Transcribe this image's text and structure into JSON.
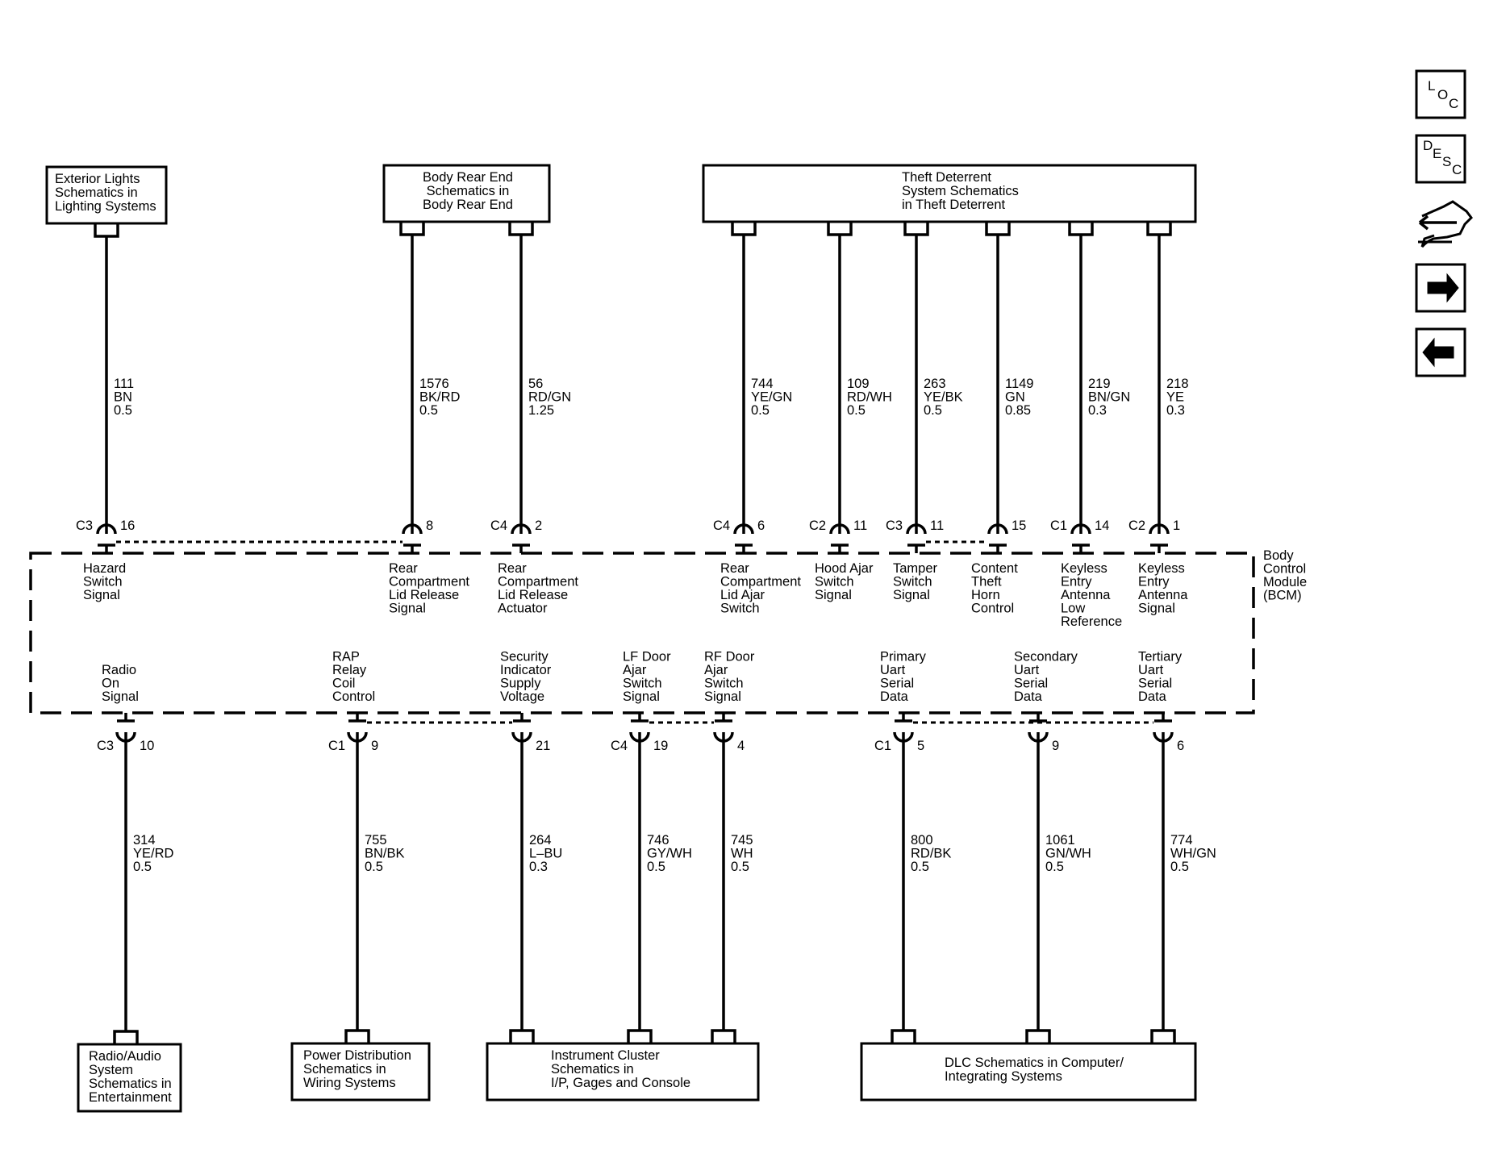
{
  "modules": {
    "bcm": [
      "Body",
      "Control",
      "Module",
      "(BCM)"
    ]
  },
  "top_boxes": [
    {
      "id": "exterior-lights",
      "lines": [
        "Exterior Lights",
        "Schematics in",
        "Lighting Systems"
      ]
    },
    {
      "id": "body-rear-end",
      "lines": [
        "Body Rear End",
        "Schematics in",
        "Body Rear End"
      ]
    },
    {
      "id": "theft-deterrent",
      "lines": [
        "Theft Deterrent",
        "System Schematics",
        "in Theft Deterrent"
      ]
    }
  ],
  "bottom_boxes": [
    {
      "id": "radio-audio",
      "lines": [
        "Radio/Audio",
        "System",
        "Schematics in",
        "Entertainment"
      ]
    },
    {
      "id": "power-distribution",
      "lines": [
        "Power Distribution",
        "Schematics in",
        "Wiring Systems"
      ]
    },
    {
      "id": "instrument-cluster",
      "lines": [
        "Instrument Cluster",
        "Schematics in",
        "I/P, Gages and Console"
      ]
    },
    {
      "id": "dlc",
      "lines": [
        "DLC Schematics in Computer/",
        "Integrating Systems"
      ]
    }
  ],
  "top_circuits": [
    {
      "id": "hazard",
      "connector": "C3",
      "pin": "16",
      "wire": [
        "111",
        "BN",
        "0.5"
      ],
      "signal": [
        "Hazard",
        "Switch",
        "Signal"
      ]
    },
    {
      "id": "rear-lid-release-signal",
      "connector": "",
      "pin": "8",
      "wire": [
        "1576",
        "BK/RD",
        "0.5"
      ],
      "signal": [
        "Rear",
        "Compartment",
        "Lid Release",
        "Signal"
      ]
    },
    {
      "id": "rear-lid-release-actuator",
      "connector": "C4",
      "pin": "2",
      "wire": [
        "56",
        "RD/GN",
        "1.25"
      ],
      "signal": [
        "Rear",
        "Compartment",
        "Lid Release",
        "Actuator"
      ]
    },
    {
      "id": "rear-lid-ajar",
      "connector": "C4",
      "pin": "6",
      "wire": [
        "744",
        "YE/GN",
        "0.5"
      ],
      "signal": [
        "Rear",
        "Compartment",
        "Lid Ajar",
        "Switch"
      ]
    },
    {
      "id": "hood-ajar",
      "connector": "C2",
      "pin": "11",
      "wire": [
        "109",
        "RD/WH",
        "0.5"
      ],
      "signal": [
        "Hood Ajar",
        "Switch",
        "Signal"
      ]
    },
    {
      "id": "tamper",
      "connector": "C3",
      "pin": "11",
      "wire": [
        "263",
        "YE/BK",
        "0.5"
      ],
      "signal": [
        "Tamper",
        "Switch",
        "Signal"
      ]
    },
    {
      "id": "content-theft-horn",
      "connector": "",
      "pin": "15",
      "wire": [
        "1149",
        "GN",
        "0.85"
      ],
      "signal": [
        "Content",
        "Theft",
        "Horn",
        "Control"
      ]
    },
    {
      "id": "keyless-low-ref",
      "connector": "C1",
      "pin": "14",
      "wire": [
        "219",
        "BN/GN",
        "0.3"
      ],
      "signal": [
        "Keyless",
        "Entry",
        "Antenna",
        "Low",
        "Reference"
      ]
    },
    {
      "id": "keyless-signal",
      "connector": "C2",
      "pin": "1",
      "wire": [
        "218",
        "YE",
        "0.3"
      ],
      "signal": [
        "Keyless",
        "Entry",
        "Antenna",
        "Signal"
      ]
    }
  ],
  "bottom_circuits": [
    {
      "id": "radio-on",
      "connector": "C3",
      "pin": "10",
      "wire": [
        "314",
        "YE/RD",
        "0.5"
      ],
      "signal": [
        "Radio",
        "On",
        "Signal"
      ]
    },
    {
      "id": "rap-relay",
      "connector": "C1",
      "pin": "9",
      "wire": [
        "755",
        "BN/BK",
        "0.5"
      ],
      "signal": [
        "RAP",
        "Relay",
        "Coil",
        "Control"
      ]
    },
    {
      "id": "security-indicator",
      "connector": "",
      "pin": "21",
      "wire": [
        "264",
        "L–BU",
        "0.3"
      ],
      "signal": [
        "Security",
        "Indicator",
        "Supply",
        "Voltage"
      ]
    },
    {
      "id": "lf-door-ajar",
      "connector": "C4",
      "pin": "19",
      "wire": [
        "746",
        "GY/WH",
        "0.5"
      ],
      "signal": [
        "LF Door",
        "Ajar",
        "Switch",
        "Signal"
      ]
    },
    {
      "id": "rf-door-ajar",
      "connector": "",
      "pin": "4",
      "wire": [
        "745",
        "WH",
        "0.5"
      ],
      "signal": [
        "RF Door",
        "Ajar",
        "Switch",
        "Signal"
      ]
    },
    {
      "id": "primary-uart",
      "connector": "C1",
      "pin": "5",
      "wire": [
        "800",
        "RD/BK",
        "0.5"
      ],
      "signal": [
        "Primary",
        "Uart",
        "Serial",
        "Data"
      ]
    },
    {
      "id": "secondary-uart",
      "connector": "",
      "pin": "9",
      "wire": [
        "1061",
        "GN/WH",
        "0.5"
      ],
      "signal": [
        "Secondary",
        "Uart",
        "Serial",
        "Data"
      ]
    },
    {
      "id": "tertiary-uart",
      "connector": "",
      "pin": "6",
      "wire": [
        "774",
        "WH/GN",
        "0.5"
      ],
      "signal": [
        "Tertiary",
        "Uart",
        "Serial",
        "Data"
      ]
    }
  ],
  "nav": {
    "loc": [
      "L",
      "O",
      "C"
    ],
    "desc": [
      "D",
      "E",
      "S",
      "C"
    ],
    "icons": [
      "connector-end-view-icon",
      "next-arrow-icon",
      "previous-arrow-icon"
    ]
  }
}
